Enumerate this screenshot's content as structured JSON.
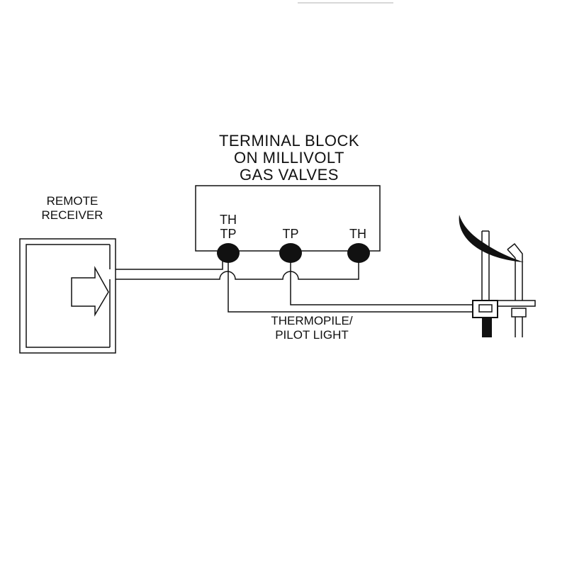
{
  "block_label": [
    "TERMINAL BLOCK",
    "ON MILLIVOLT",
    "GAS VALVES"
  ],
  "receiver_label": [
    "REMOTE",
    "RECEIVER"
  ],
  "terminals": {
    "left": [
      "TH",
      "TP"
    ],
    "middle": "TP",
    "right": "TH"
  },
  "pilot_label": [
    "THERMOPILE/",
    "PILOT LIGHT"
  ],
  "colors": {
    "ink": "#111111",
    "background": "#ffffff"
  }
}
